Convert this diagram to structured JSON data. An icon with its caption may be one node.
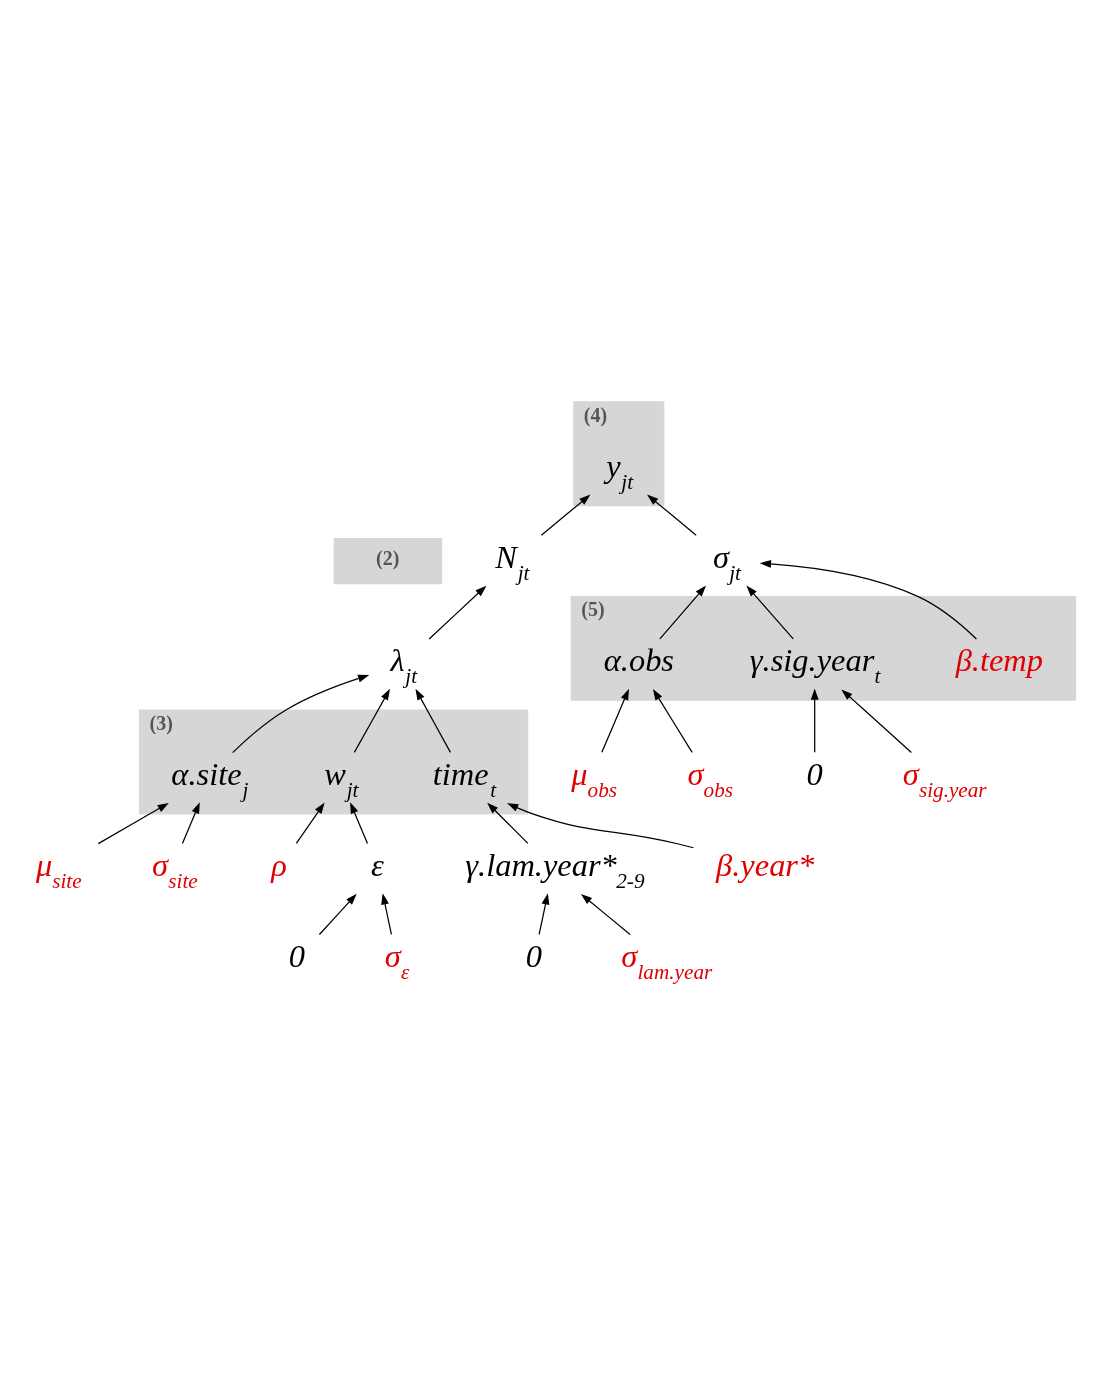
{
  "diagram": {
    "nodes": [
      {
        "text": [
          "(4)"
        ]
      },
      {
        "text": [
          "y$_{jt}$"
        ],
        "in": 0
      },
      {
        "text": [
          "(2)"
        ]
      },
      {
        "text": [
          "N$_{jt}$"
        ]
      },
      {
        "text": [
          "(5)"
        ]
      },
      {
        "text": [
          "σ$_{jt}$"
        ]
      },
      {
        "text": [
          "(3)"
        ]
      },
      {
        "text": [
          "λ$_{jt}$"
        ]
      },
      {
        "text": [
          "β.temp"
        ],
        "in": 4
      },
      {
        "text": [
          "α.obs"
        ],
        "in": 4
      },
      {
        "text": [
          "γ.sig.year$_{t}$"
        ],
        "in": 4
      },
      {
        "text": [
          "α.site$_{j}$"
        ],
        "in": 6
      },
      {
        "text": [
          "time$_{t}$"
        ],
        "in": 6
      },
      {
        "text": [
          "w$_{jt}$"
        ],
        "in": 6
      },
      {
        "text": [
          "μ$_{obs}$"
        ]
      },
      {
        "text": [
          "σ$_{obs}$"
        ]
      },
      {
        "text": [
          "0"
        ]
      },
      {
        "text": [
          "σ$_{sig.year}$"
        ]
      },
      {
        "text": [
          "μ$_{site}$"
        ]
      },
      {
        "text": [
          "σ$_{site}$"
        ]
      },
      {
        "text": [
          "ρ"
        ]
      },
      {
        "text": [
          "ε"
        ]
      },
      {
        "text": [
          "0"
        ]
      },
      {
        "text": [
          "σ$_{ε}$"
        ]
      },
      {
        "text": [
          "γ.lam.year*$_{2-9}$"
        ]
      },
      {
        "text": [
          "β.year*"
        ]
      },
      {
        "text": [
          "0"
        ]
      },
      {
        "text": [
          "σ$_{lam.year}$"
        ]
      }
    ],
    "edges": [
      {
        "from": 3,
        "to": 1,
        "arrow": "to"
      },
      {
        "from": 5,
        "to": 1,
        "arrow": "to"
      },
      {
        "from": 7,
        "to": 3,
        "arrow": "to"
      },
      {
        "from": 11,
        "to": 7,
        "arrow": "to"
      },
      {
        "from": 12,
        "to": 7,
        "arrow": "to"
      },
      {
        "from": 13,
        "to": 7,
        "arrow": "to"
      },
      {
        "from": 9,
        "to": 5,
        "arrow": "to"
      },
      {
        "from": 8,
        "to": 5,
        "arrow": "to"
      },
      {
        "from": 10,
        "to": 5,
        "arrow": "to"
      },
      {
        "from": 14,
        "to": 9,
        "arrow": "to"
      },
      {
        "from": 15,
        "to": 9,
        "arrow": "to"
      },
      {
        "from": 16,
        "to": 10,
        "arrow": "to"
      },
      {
        "from": 17,
        "to": 10,
        "arrow": "to"
      },
      {
        "from": 18,
        "to": 11,
        "arrow": "to"
      },
      {
        "from": 19,
        "to": 11,
        "arrow": "to"
      },
      {
        "from": 20,
        "to": 13,
        "arrow": "to"
      },
      {
        "from": 21,
        "to": 13,
        "arrow": "to"
      },
      {
        "from": 22,
        "to": 21,
        "arrow": "to"
      },
      {
        "from": 23,
        "to": 21,
        "arrow": "to"
      },
      {
        "from": 24,
        "to": 12,
        "arrow": "to"
      },
      {
        "from": 25,
        "to": 12,
        "arrow": "to"
      },
      {
        "from": 26,
        "to": 24,
        "arrow": "to"
      },
      {
        "from": 27,
        "to": 24,
        "arrow": "to"
      }
    ]
  }
}
